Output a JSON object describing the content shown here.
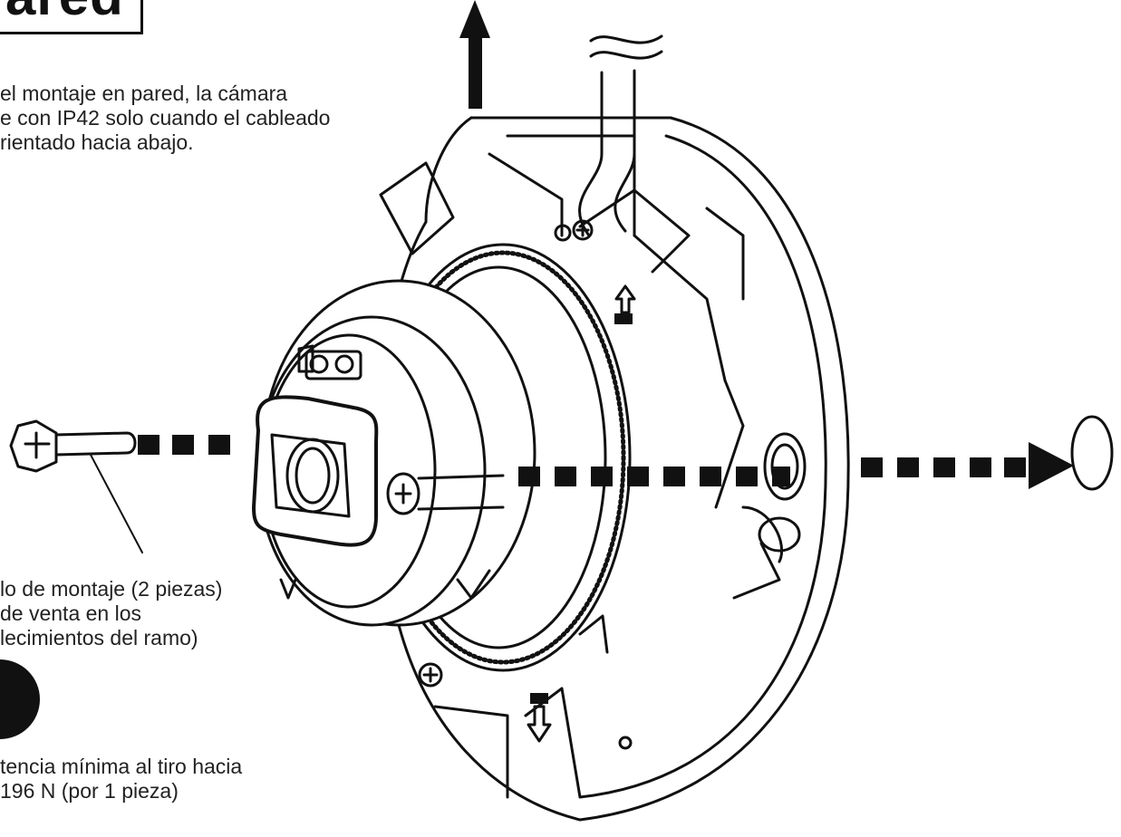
{
  "section": {
    "heading": "ared"
  },
  "notes": {
    "ip_rating": {
      "lines": [
        "el montaje en pared, la cámara",
        "e con IP42 solo cuando el cableado",
        "rientado hacia abajo."
      ]
    },
    "screw": {
      "lines": [
        "lo de montaje (2 piezas)",
        "de venta en los",
        "lecimientos del ramo)"
      ]
    },
    "pull_strength": {
      "lines": [
        "tencia mínima al tiro hacia",
        "196 N (por 1 pieza)"
      ]
    }
  },
  "icons": {
    "direction_arrow": "up-arrow-icon",
    "mounting_screw": "screw-icon",
    "wall_anchor": "anchor-hole-icon",
    "warning_marker": "warning-circle-icon"
  },
  "colors": {
    "line": "#111111",
    "background": "#ffffff"
  }
}
